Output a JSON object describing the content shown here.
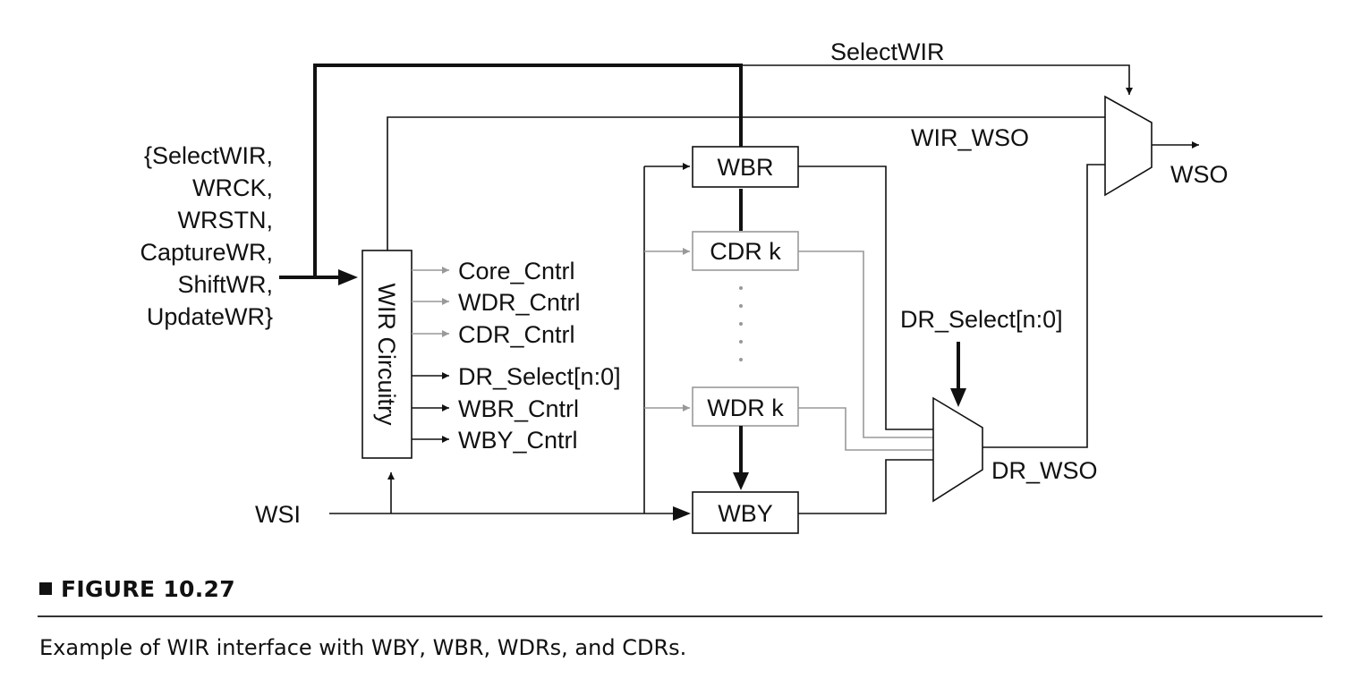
{
  "diagram": {
    "inputs": [
      "{SelectWIR,",
      "WRCK,",
      "WRSTN,",
      "CaptureWR,",
      "ShiftWR,",
      "UpdateWR}"
    ],
    "wir_block": "WIR Circuitry",
    "controls": [
      "Core_Cntrl",
      "WDR_Cntrl",
      "CDR_Cntrl",
      "DR_Select[n:0]",
      "WBR_Cntrl",
      "WBY_Cntrl"
    ],
    "registers": {
      "wbr": "WBR",
      "cdr": "CDR k",
      "wdr": "WDR k",
      "wby": "WBY"
    },
    "signals": {
      "select_wir": "SelectWIR",
      "wir_wso": "WIR_WSO",
      "wso": "WSO",
      "dr_select": "DR_Select[n:0]",
      "dr_wso": "DR_WSO",
      "wsi": "WSI"
    },
    "colors": {
      "line": "#111111",
      "gray_line": "#999999"
    }
  },
  "figure": {
    "label": "FIGURE 10.27",
    "caption": "Example of WIR interface with WBY, WBR, WDRs, and CDRs."
  }
}
